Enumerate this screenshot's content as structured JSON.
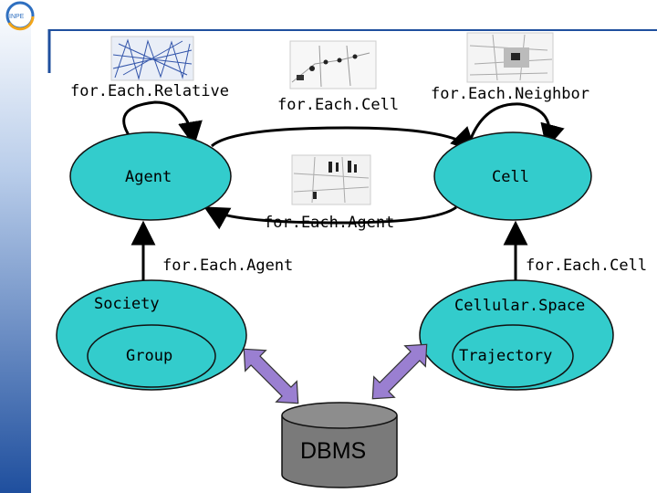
{
  "colors": {
    "ellipse_fill": "#33cccc",
    "sidebar_top": "#ffffff",
    "sidebar_bottom": "#1f4f9e",
    "arrow_fill": "#9a7fd1",
    "db_fill": "#7a7a7a"
  },
  "icons": [
    "logo-icon",
    "relative-thumbnail",
    "cell-map-thumbnail",
    "neighbor-map-thumbnail",
    "agent-map-thumbnail"
  ],
  "nodes": {
    "agent": "Agent",
    "cell": "Cell",
    "society": "Society",
    "group": "Group",
    "cellular_space": "Cellular.Space",
    "trajectory": "Trajectory",
    "dbms": "DBMS"
  },
  "edges": {
    "for_each_relative": "for.Each.Relative",
    "for_each_cell_top": "for.Each.Cell",
    "for_each_neighbor": "for.Each.Neighbor",
    "for_each_agent_mid": "for.Each.Agent",
    "for_each_agent_left": "for.Each.Agent",
    "for_each_cell_right": "for.Each.Cell"
  }
}
